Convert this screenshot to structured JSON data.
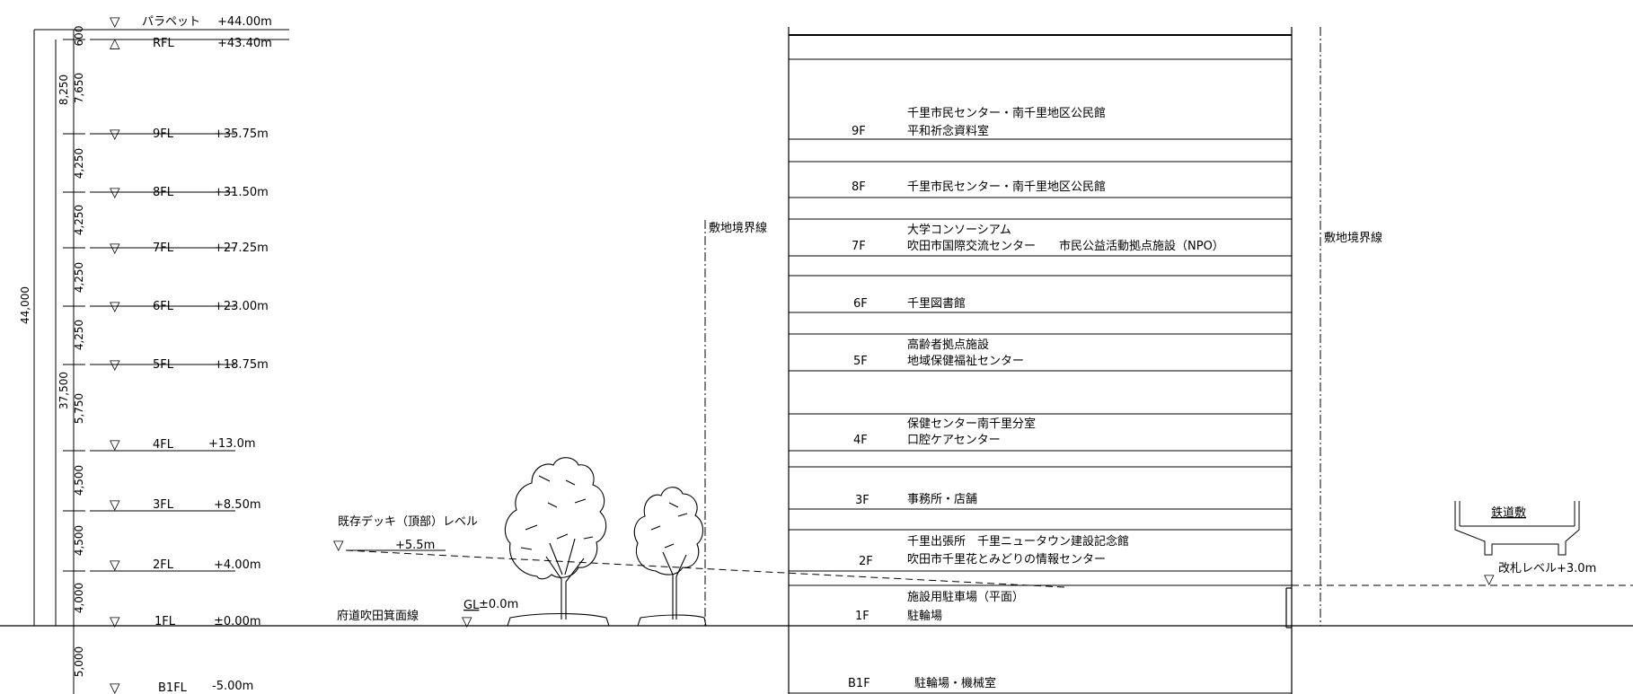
{
  "levels": [
    {
      "name": "パラペット",
      "value": "+44.00m",
      "symbol": "▽"
    },
    {
      "name": "RFL",
      "value": "+43.40m",
      "symbol": "△"
    },
    {
      "name": "9FL",
      "value": "+35.75m",
      "symbol": "▽"
    },
    {
      "name": "8FL",
      "value": "+31.50m",
      "symbol": "▽"
    },
    {
      "name": "7FL",
      "value": "+27.25m",
      "symbol": "▽"
    },
    {
      "name": "6FL",
      "value": "+23.00m",
      "symbol": "▽"
    },
    {
      "name": "5FL",
      "value": "+18.75m",
      "symbol": "▽"
    },
    {
      "name": "4FL",
      "value": "+13.0m",
      "symbol": "▽"
    },
    {
      "name": "3FL",
      "value": "+8.50m",
      "symbol": "▽"
    },
    {
      "name": "2FL",
      "value": "+4.00m",
      "symbol": "▽"
    },
    {
      "name": "1FL",
      "value": "±0.00m",
      "symbol": "▽"
    },
    {
      "name": "B1FL",
      "value": "-5.00m",
      "symbol": "▽"
    }
  ],
  "dimensions": {
    "floor_heights": [
      "600",
      "7,650",
      "4,250",
      "4,250",
      "4,250",
      "4,250",
      "5,750",
      "4,500",
      "4,500",
      "4,000",
      "5,000"
    ],
    "total_height": "44,000",
    "roof_group": "8,250",
    "main_group": "37,500"
  },
  "floors": [
    {
      "level": "9F",
      "lines": [
        "千里市民センター・南千里地区公民館",
        "平和祈念資料室"
      ]
    },
    {
      "level": "8F",
      "lines": [
        "千里市民センター・南千里地区公民館"
      ]
    },
    {
      "level": "7F",
      "lines": [
        "大学コンソーシアム",
        "吹田市国際交流センター　　市民公益活動拠点施設（NPO）"
      ]
    },
    {
      "level": "6F",
      "lines": [
        "千里図書館"
      ]
    },
    {
      "level": "5F",
      "lines": [
        "高齢者拠点施設",
        "地域保健福祉センター"
      ]
    },
    {
      "level": "4F",
      "lines": [
        "保健センター南千里分室",
        "口腔ケアセンター"
      ]
    },
    {
      "level": "3F",
      "lines": [
        "事務所・店舗"
      ]
    },
    {
      "level": "2F",
      "lines": [
        "千里出張所　千里ニュータウン建設記念館",
        "吹田市千里花とみどりの情報センター"
      ]
    },
    {
      "level": "1F",
      "lines": [
        "施設用駐車場（平面）",
        "駐輪場"
      ]
    },
    {
      "level": "B1F",
      "lines": [
        "駐輪場・機械室"
      ]
    }
  ],
  "annotations": {
    "boundary_left": "敷地境界線",
    "boundary_right": "敷地境界線",
    "deck_label": "既存デッキ（頂部）レベル",
    "deck_level": "+5.5m",
    "road_label": "府道吹田箕面線",
    "gl_label": "GL",
    "gl_value": "±0.0m",
    "railway_label": "鉄道敷",
    "ticket_gate": "改札レベル+3.0m"
  }
}
